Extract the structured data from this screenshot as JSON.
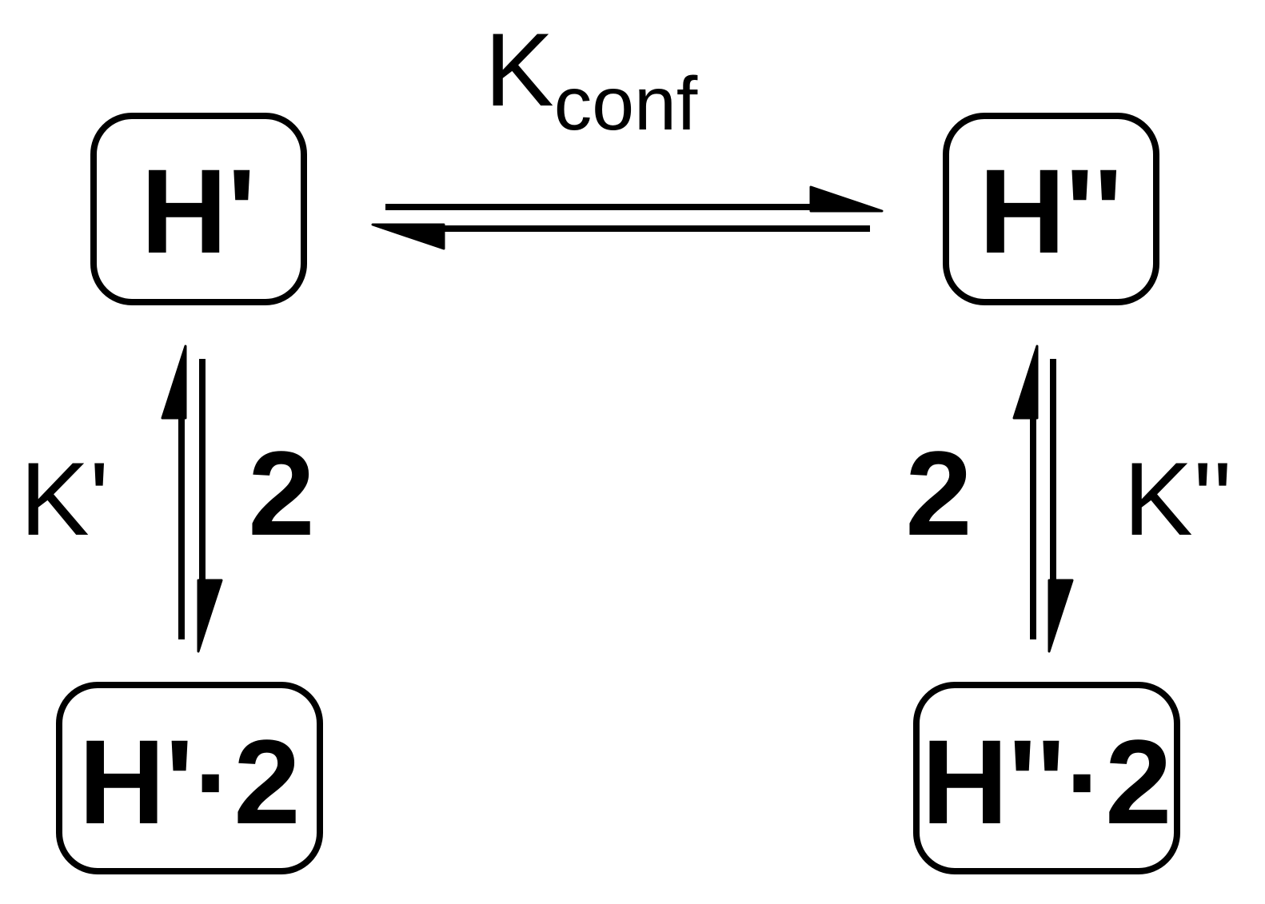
{
  "species": {
    "h_prime": "H'",
    "h_double_prime": "H''",
    "h_prime_complex": "H'·2",
    "h_double_prime_complex": "H''·2"
  },
  "constants": {
    "k_conf_main": "K",
    "k_conf_subscript": "conf",
    "k_prime": "K'",
    "k_double_prime": "K''"
  },
  "reagents": {
    "left": "2",
    "right": "2"
  }
}
